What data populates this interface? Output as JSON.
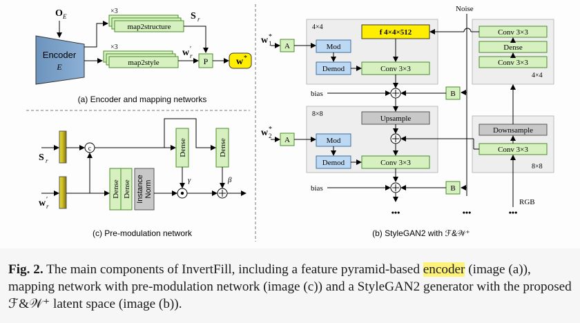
{
  "diagram": {
    "panel_a": {
      "caption": "(a) Encoder and mapping networks",
      "encoder_label": "Encoder",
      "encoder_symbol": "E",
      "input_label": "O",
      "input_sub": "E",
      "repeat_top": "×3",
      "repeat_bottom": "×3",
      "map_structure": "map2structure",
      "map_style": "map2style",
      "sr_label": "S",
      "sr_sub": "r",
      "wr_label": "w",
      "wr_sup": "′",
      "wr_sub": "r",
      "p_label": "P",
      "wstar_label": "w",
      "wstar_sup": "*"
    },
    "panel_c": {
      "caption": "(c) Pre-modulation network",
      "sr_label": "S",
      "sr_sub": "r",
      "wr_label": "w",
      "wr_sup": "′",
      "wr_sub": "r",
      "concat": "c",
      "dense": "Dense",
      "instance_norm_1": "Instance",
      "instance_norm_2": "Norm",
      "gamma": "γ",
      "beta": "β"
    },
    "panel_b": {
      "caption": "(b) StyleGAN2 with ℱ&𝒲⁺",
      "noise": "Noise",
      "res4": "4×4",
      "res8": "8×8",
      "w1": "w",
      "w1_sup": "*",
      "w1_sub": "1",
      "w2": "w",
      "w2_sup": "*",
      "w2_sub": "2",
      "a_label": "A",
      "mod": "Mod",
      "demod": "Demod",
      "f_const": "f  4×4×512",
      "conv": "Conv 3×3",
      "bias": "bias",
      "b_label": "B",
      "upsample": "Upsample",
      "downsample": "Downsample",
      "dense": "Dense",
      "rgb": "RGB",
      "dots": "•••"
    },
    "colors": {
      "green_fill": "#d6f0c0",
      "green_stroke": "#4a8a2a",
      "blue_fill": "#bcd8f2",
      "blue_stroke": "#3d6f9e",
      "gray_fill": "#c8c8c8",
      "yellow_fill": "#ffee00",
      "panel_bg": "#eeeeee",
      "highlight": "#fff27a"
    }
  },
  "caption": {
    "label": "Fig. 2.",
    "text_before": " The main components of InvertFill, including a feature pyramid-based ",
    "highlight": "encoder",
    "text_after": " (image (a)), mapping network with pre-modulation network (image (c)) and a StyleGAN2 generator with the proposed ℱ&𝒲⁺ latent space (image (b))."
  }
}
